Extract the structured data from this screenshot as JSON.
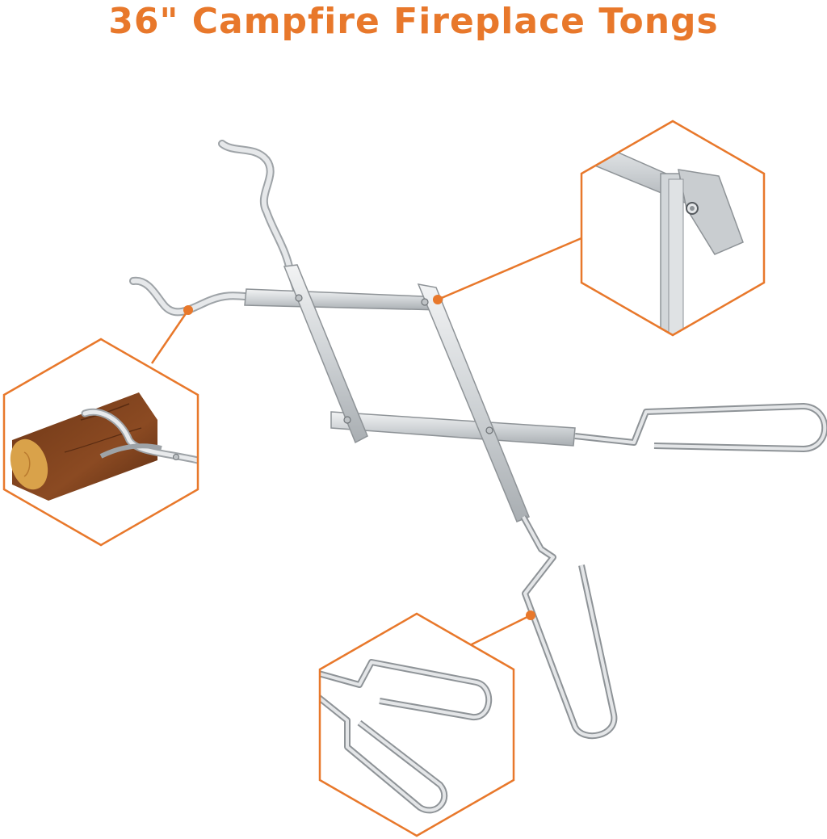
{
  "title": "36\" Campfire Fireplace Tongs",
  "colors": {
    "accent": "#e8782b",
    "steel": "#d6d9dc",
    "steel_edge": "#8e9397",
    "wood": "#8a4a22",
    "wood_end": "#d9a24a"
  },
  "callouts": [
    {
      "name": "pivot-rivet-detail",
      "icon": "rivet-closeup"
    },
    {
      "name": "log-grip-detail",
      "icon": "log-closeup"
    },
    {
      "name": "handle-loop-detail",
      "icon": "handle-closeup"
    }
  ]
}
